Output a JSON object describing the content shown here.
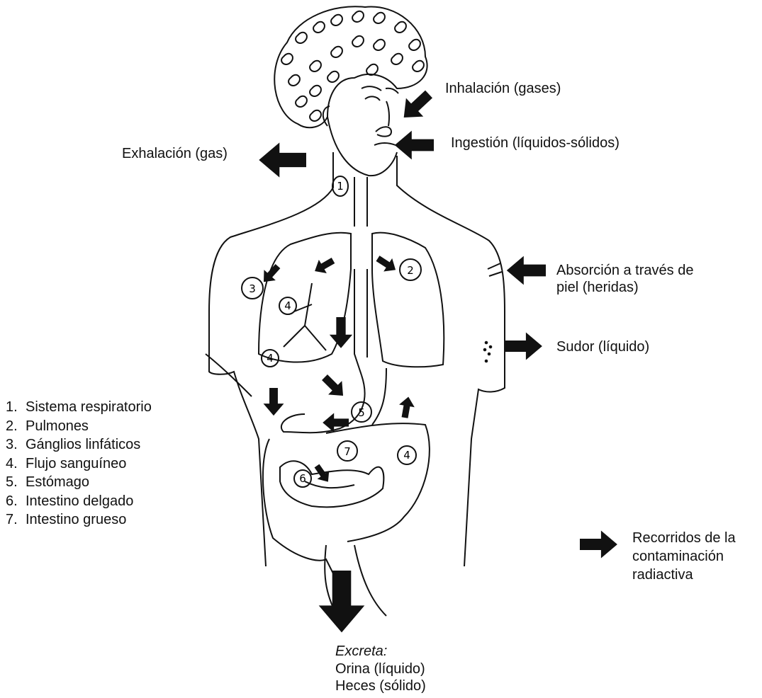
{
  "routes": {
    "inhalation": "Inhalación (gases)",
    "ingestion": "Ingestión (líquidos-sólidos)",
    "exhalation": "Exhalación (gas)",
    "absorption_line1": "Absorción a través de",
    "absorption_line2": "piel (heridas)",
    "sweat": "Sudor (líquido)"
  },
  "legend": {
    "items": [
      {
        "n": "1.",
        "label": "Sistema respiratorio"
      },
      {
        "n": "2.",
        "label": "Pulmones"
      },
      {
        "n": "3.",
        "label": "Gánglios linfáticos"
      },
      {
        "n": "4.",
        "label": "Flujo sanguíneo"
      },
      {
        "n": "5.",
        "label": "Estómago"
      },
      {
        "n": "6.",
        "label": "Intestino delgado"
      },
      {
        "n": "7.",
        "label": "Intestino grueso"
      }
    ]
  },
  "key": {
    "line1": "Recorridos de la",
    "line2": "contaminación",
    "line3": "radiactiva"
  },
  "excreta": {
    "title": "Excreta:",
    "line1": "Orina (líquido)",
    "line2": "Heces (sólido)"
  },
  "markers": {
    "respiratory": "1",
    "lungs": "2",
    "lymph": "3",
    "blood": "4",
    "stomach": "5",
    "small_intestine": "6",
    "large_intestine": "7"
  },
  "colors": {
    "ink": "#111111",
    "background": "#ffffff"
  }
}
